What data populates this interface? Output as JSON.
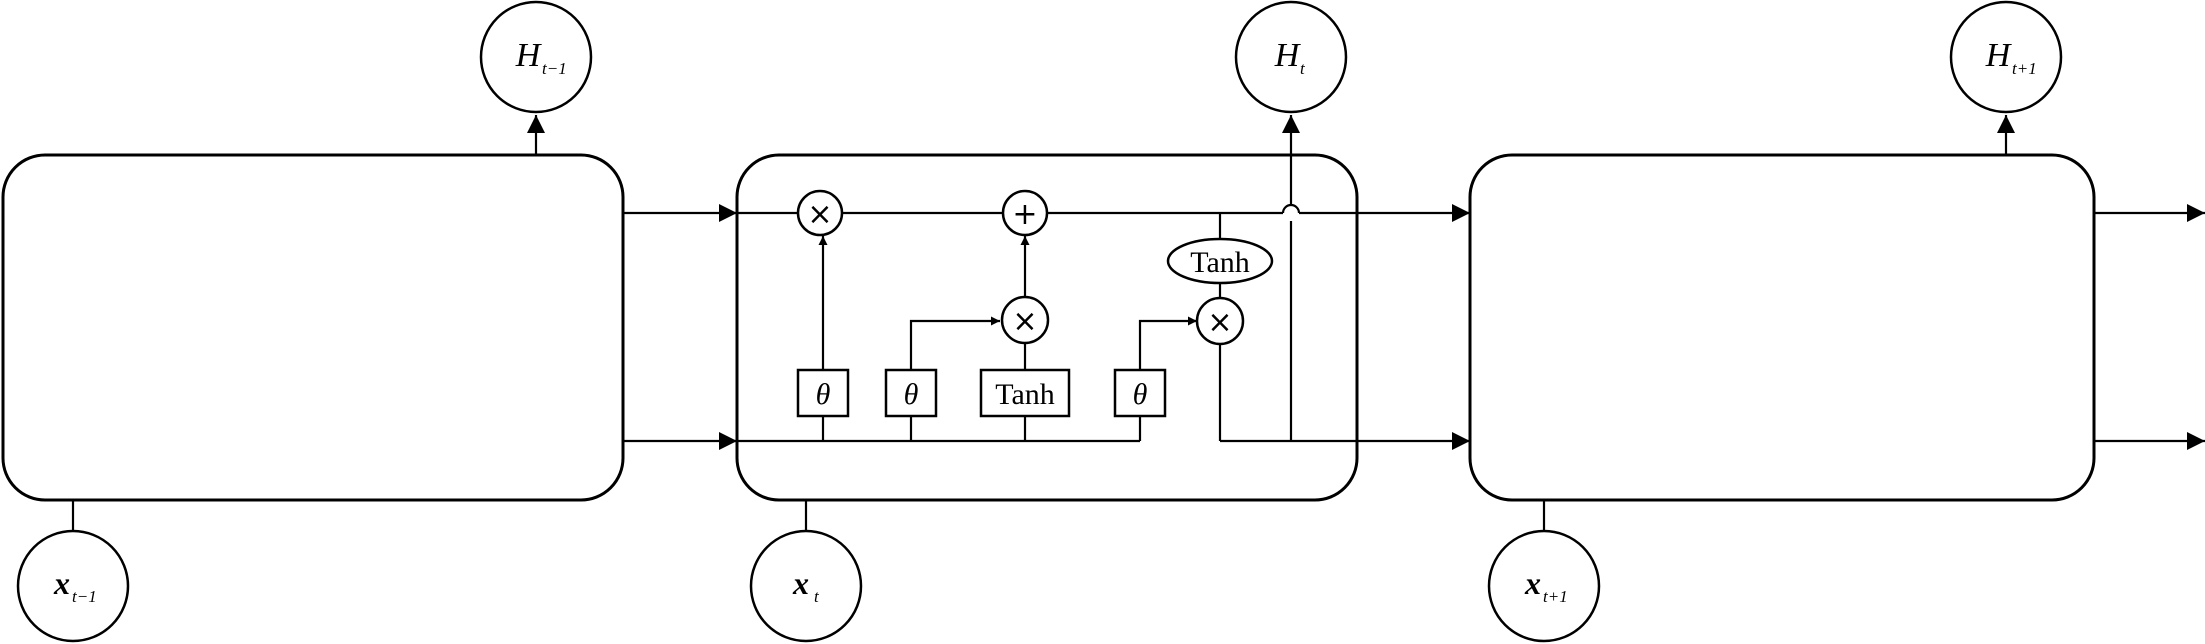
{
  "nodes": {
    "h_prev": {
      "base": "H",
      "sub": "t−1"
    },
    "h_cur": {
      "base": "H",
      "sub": "t"
    },
    "h_next": {
      "base": "H",
      "sub": "t+1"
    },
    "x_prev": {
      "base": "x",
      "sub": "t−1"
    },
    "x_cur": {
      "base": "x",
      "sub": "t"
    },
    "x_next": {
      "base": "x",
      "sub": "t+1"
    }
  },
  "gates": {
    "forget": "θ",
    "input": "θ",
    "candidate": "Tanh",
    "output": "θ",
    "cell_tanh": "Tanh"
  },
  "ops": {
    "multiply": "×",
    "add": "+"
  }
}
